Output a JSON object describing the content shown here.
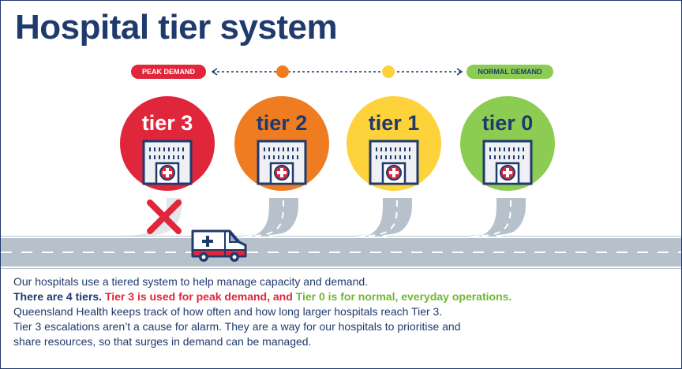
{
  "title": "Hospital tier system",
  "scale": {
    "left_label": "PEAK DEMAND",
    "right_label": "NORMAL DEMAND"
  },
  "tiers": [
    {
      "label": "tier 3",
      "color": "#e0263a",
      "text_color": "#ffffff"
    },
    {
      "label": "tier 2",
      "color": "#f07c22",
      "text_color": "#1f3a6d"
    },
    {
      "label": "tier 1",
      "color": "#fdd23a",
      "text_color": "#1f3a6d"
    },
    {
      "label": "tier 0",
      "color": "#8dcc52",
      "text_color": "#1f3a6d"
    }
  ],
  "colors": {
    "navy": "#1f3a6d",
    "red": "#e0263a",
    "orange": "#f07c22",
    "yellow": "#fdd23a",
    "green": "#8dcc52",
    "road": "#b7c1cb"
  },
  "icons": {
    "hospital": "hospital-building-icon",
    "ambulance": "ambulance-icon",
    "closed": "red-x-icon"
  },
  "description": {
    "line1": "Our hospitals use a tiered system to help manage capacity and demand.",
    "line2_a": "There are 4 tiers. ",
    "line2_b": "Tier 3 is used for peak demand, and ",
    "line2_c": "Tier 0 is for normal, everyday operations.",
    "line3": "Queensland Health keeps track of how often and how long larger hospitals reach Tier 3.",
    "line4": "Tier 3 escalations aren’t a cause for alarm. They are a way for our hospitals to prioritise and",
    "line5": "share resources, so that surges in demand can be managed."
  }
}
